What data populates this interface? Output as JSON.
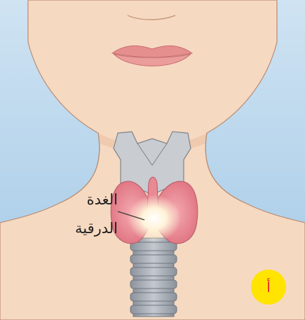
{
  "labels": {
    "organ_line1": "الغدة",
    "organ_line2": "الدرقية"
  },
  "badge": {
    "text": "أ"
  },
  "colors": {
    "sky_top": "#c9dff0",
    "sky_bottom": "#a9cde9",
    "skin": "#f6d9c1",
    "skin_shadow": "#ecc3a6",
    "outline": "#b98d73",
    "lips": "#e58f8f",
    "cartilage": "#c9ccd1",
    "cartilage_outline": "#7e838b",
    "thyroid": "#e07986",
    "thyroid_glow": "#fff6df",
    "trachea": "#a7adb6",
    "badge_fill": "#ffe400",
    "badge_text": "#e8233c"
  },
  "icons": {
    "thyroid": "thyroid-gland-illustration"
  }
}
